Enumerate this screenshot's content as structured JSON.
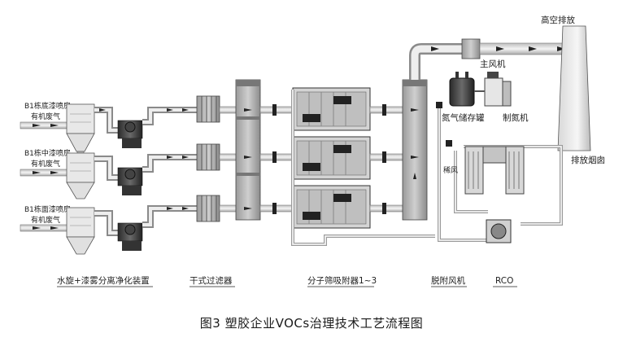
{
  "sources": [
    {
      "line1": "B1栋底漆喷房",
      "line2": "有机废气"
    },
    {
      "line1": "B1栋中漆喷房",
      "line2": "有机废气"
    },
    {
      "line1": "B1栋面漆喷房",
      "line2": "有机废气"
    }
  ],
  "labels": {
    "high_exhaust": "高空排放",
    "main_fan": "主风机",
    "nitrogen_tank": "氮气储存罐",
    "nitrogen_maker": "制氮机",
    "dilution_air": "稀风",
    "chimney": "排放烟囱"
  },
  "bottom_labels": {
    "scrubber": "水旋+漆雾分离净化装置",
    "dry_filter": "干式过滤器",
    "adsorber": "分子筛吸附器1~3",
    "desorb_fan": "脱附风机",
    "rco": "RCO"
  },
  "caption": "图3  塑胶企业VOCs治理技术工艺流程图"
}
